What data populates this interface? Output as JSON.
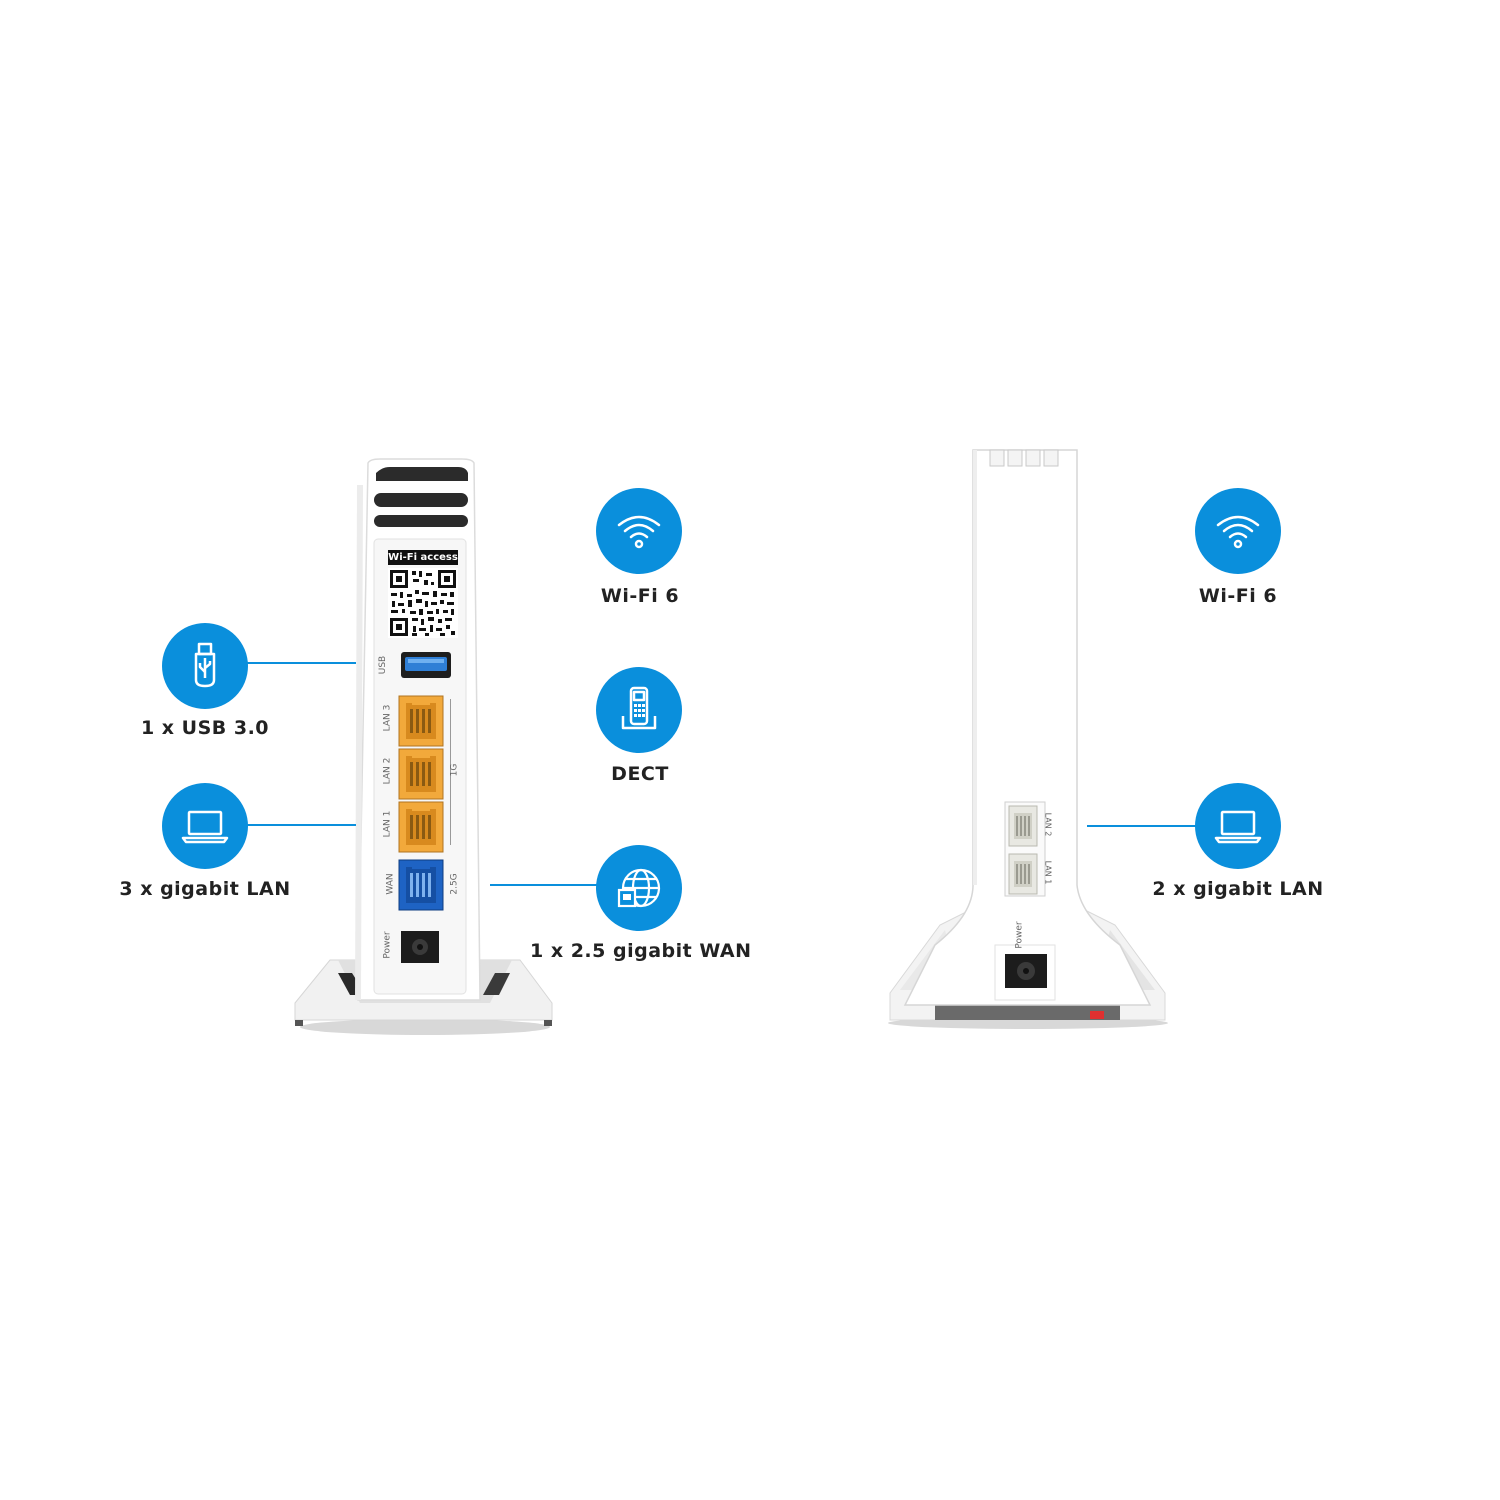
{
  "left_device": {
    "qr_label": "Wi-Fi access",
    "port_labels": {
      "usb": "USB",
      "lan3": "LAN 3",
      "lan2": "LAN 2",
      "lan1": "LAN 1",
      "lan_speed": "1G",
      "wan": "WAN",
      "wan_speed": "2.5G",
      "power": "Power"
    }
  },
  "right_device": {
    "port_labels": {
      "lan2": "LAN 2",
      "lan1": "LAN 1",
      "power": "Power"
    }
  },
  "features": {
    "usb": {
      "label": "1 x USB 3.0",
      "icon": "usb-icon"
    },
    "lan_left": {
      "label": "3 x gigabit LAN",
      "icon": "laptop-icon"
    },
    "wifi_left": {
      "label": "Wi-Fi 6",
      "icon": "wifi-icon"
    },
    "dect": {
      "label": "DECT",
      "icon": "cordless-phone-icon"
    },
    "wan": {
      "label": "1 x 2.5 gigabit WAN",
      "icon": "globe-icon"
    },
    "wifi_right": {
      "label": "Wi-Fi 6",
      "icon": "wifi-icon"
    },
    "lan_right": {
      "label": "2 x gigabit LAN",
      "icon": "laptop-icon"
    }
  },
  "colors": {
    "accent_blue": "#0a8fdc",
    "lan_port": "#f2a93b",
    "wan_port": "#1e63c4",
    "usb_port": "#2f7fd6"
  }
}
